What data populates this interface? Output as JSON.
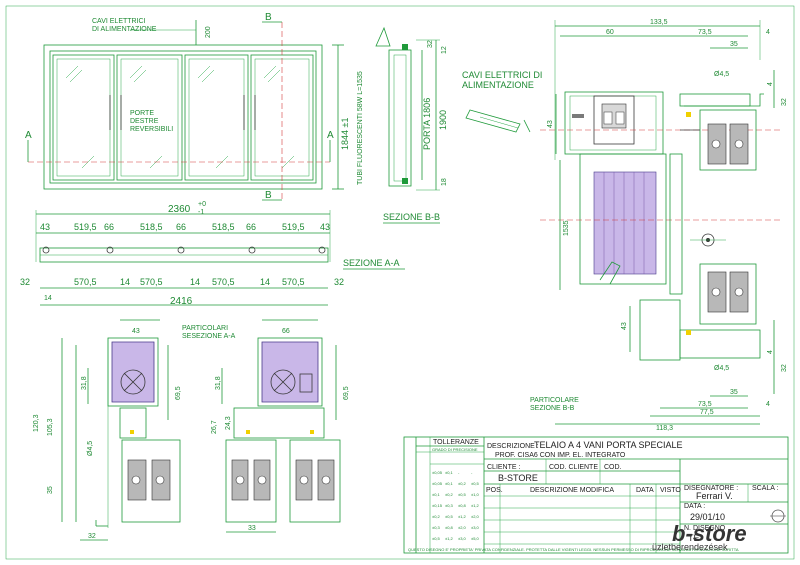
{
  "section_marks": {
    "a": "A",
    "b": "B"
  },
  "front_view": {
    "cables_label_1": "CAVI ELETTRICI",
    "cables_label_2": "DI ALIMENTAZIONE",
    "doors_label_1": "PORTE",
    "doors_label_2": "DESTRE",
    "doors_label_3": "REVERSIBILI",
    "dim_top": "200",
    "dim_height": "1844 ±1",
    "tube_label": "TUBI FLUORESCENTI 58W L=1535"
  },
  "section_bb": {
    "title": "SEZIONE B-B",
    "door_label": "PORTA 1806",
    "dim_32": "32",
    "dim_12": "12",
    "dim_1900": "1900",
    "dim_18": "18"
  },
  "section_aa": {
    "title": "SEZIONE A-A",
    "overall_top": "2360",
    "tol_plus": "+0",
    "tol_minus": "-1",
    "top_dims": [
      "43",
      "519,5",
      "66",
      "518,5",
      "66",
      "518,5",
      "66",
      "519,5",
      "43"
    ],
    "bottom_dims": [
      "32",
      "570,5",
      "14",
      "570,5",
      "14",
      "570,5",
      "14",
      "570,5",
      "32"
    ],
    "small_14": "14",
    "overall_bottom": "2416"
  },
  "detail_aa": {
    "title_1": "PARTICOLARI",
    "title_2": "SESEZIONE A-A",
    "dim_43": "43",
    "dim_66": "66",
    "dim_318a": "31,8",
    "dim_318b": "31,8",
    "dim_695a": "69,5",
    "dim_695b": "69,5",
    "dim_1203": "120,3",
    "dim_1053": "105,3",
    "dim_45": "Ø4,5",
    "dim_35": "35",
    "dim_32": "32",
    "dim_33": "33",
    "dim_267": "26,7",
    "dim_243": "24,3"
  },
  "detail_bb": {
    "cables_label_1": "CAVI ELETTRICI DI",
    "cables_label_2": "ALIMENTAZIONE",
    "title_1": "PARTICOLARE",
    "title_2": "SEZIONE B-B",
    "dim_1335": "133,5",
    "dim_60": "60",
    "dim_735a": "73,5",
    "dim_35a": "35",
    "dim_4a": "4",
    "dim_4b": "4",
    "dim_32a": "32",
    "dim_45a": "Ø4,5",
    "dim_43a": "43",
    "dim_1535": "1535",
    "dim_43b": "43",
    "dim_45b": "Ø4,5",
    "dim_4c": "4",
    "dim_32b": "32",
    "dim_35b": "35",
    "dim_735b": "73,5",
    "dim_775": "77,5",
    "dim_4d": "4",
    "dim_1183": "118,3"
  },
  "title_block": {
    "tolerances": "TOLLERANZE",
    "tol_sub": "GRADO DI PRECISIONE",
    "tol_rows": [
      [
        "±0,05",
        "±0,1",
        "-",
        "-"
      ],
      [
        "±0,05",
        "±0,1",
        "±0,2",
        "±0,5"
      ],
      [
        "±0,1",
        "±0,2",
        "±0,5",
        "±1,0"
      ],
      [
        "±0,15",
        "±0,3",
        "±0,8",
        "±1,2"
      ],
      [
        "±0,2",
        "±0,5",
        "±1,2",
        "±2,0"
      ],
      [
        "±0,3",
        "±0,8",
        "±2,0",
        "±3,0"
      ],
      [
        "±0,5",
        "±1,2",
        "±3,0",
        "±5,0"
      ]
    ],
    "description_label": "DESCRIZIONE :",
    "description_1": "TELAIO A 4 VANI PORTA SPECIALE",
    "description_2": "PROF. CISA6 CON IMP. EL. INTEGRATO",
    "client_label": "CLIENTE :",
    "client": "B-STORE",
    "client_code_label": "COD. CLIENTE",
    "code_label": "COD.",
    "pos_label": "POS.",
    "modification_label": "DESCRIZIONE MODIFICA",
    "date_col": "DATA",
    "visto": "VISTO",
    "designer_label": "DISEGNATORE :",
    "designer": "Ferrari V.",
    "scale_label": "SCALA :",
    "date_label": "DATA :",
    "date": "29/01/10",
    "drawing_no_label": "N. DISEGNO",
    "drawing_no": "TE",
    "footer": "QUESTO DISEGNO E' PROPRIETA' PRIVATA CONFIDENZIALE. PROTETTA DALLE VIGENTI LEGGI. NESSUN PERMESSO DI RIPRODUZIONE SENZA AUTORIZZAZIONE SCRITTA"
  },
  "watermark": {
    "brand": "b-store",
    "tagline": "üzletberendezések"
  }
}
